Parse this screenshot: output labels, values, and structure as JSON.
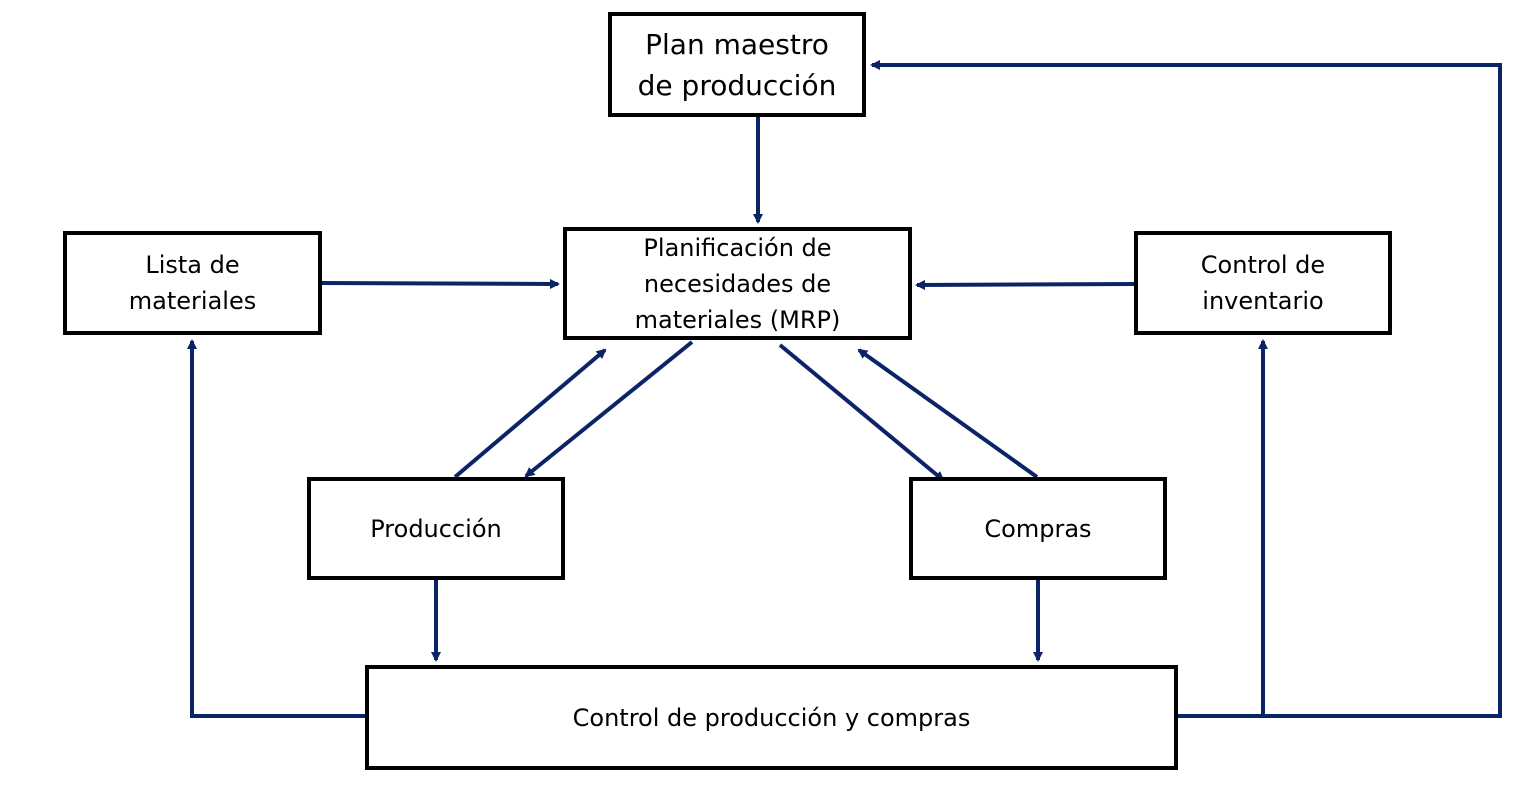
{
  "diagram": {
    "nodes": {
      "plan_maestro": "Plan maestro\nde producción",
      "lista_materiales": "Lista de\nmateriales",
      "mrp": "Planificación de\nnecesidades de\nmateriales (MRP)",
      "control_inventario": "Control de\ninventario",
      "produccion": "Producción",
      "compras": "Compras",
      "control_produccion_compras": "Control de producción y compras"
    },
    "edges": [
      {
        "from": "Plan maestro de producción",
        "to": "Planificación de necesidades de materiales (MRP)"
      },
      {
        "from": "Lista de materiales",
        "to": "Planificación de necesidades de materiales (MRP)"
      },
      {
        "from": "Control de inventario",
        "to": "Planificación de necesidades de materiales (MRP)"
      },
      {
        "from": "Planificación de necesidades de materiales (MRP)",
        "to": "Producción"
      },
      {
        "from": "Producción",
        "to": "Planificación de necesidades de materiales (MRP)"
      },
      {
        "from": "Planificación de necesidades de materiales (MRP)",
        "to": "Compras"
      },
      {
        "from": "Compras",
        "to": "Planificación de necesidades de materiales (MRP)"
      },
      {
        "from": "Producción",
        "to": "Control de producción y compras"
      },
      {
        "from": "Compras",
        "to": "Control de producción y compras"
      },
      {
        "from": "Control de producción y compras",
        "to": "Lista de materiales"
      },
      {
        "from": "Control de producción y compras",
        "to": "Control de inventario"
      },
      {
        "from": "Control de producción y compras",
        "to": "Plan maestro de producción"
      }
    ],
    "colors": {
      "arrow": "#0b2466",
      "box_border": "#000000",
      "background": "#ffffff"
    }
  }
}
